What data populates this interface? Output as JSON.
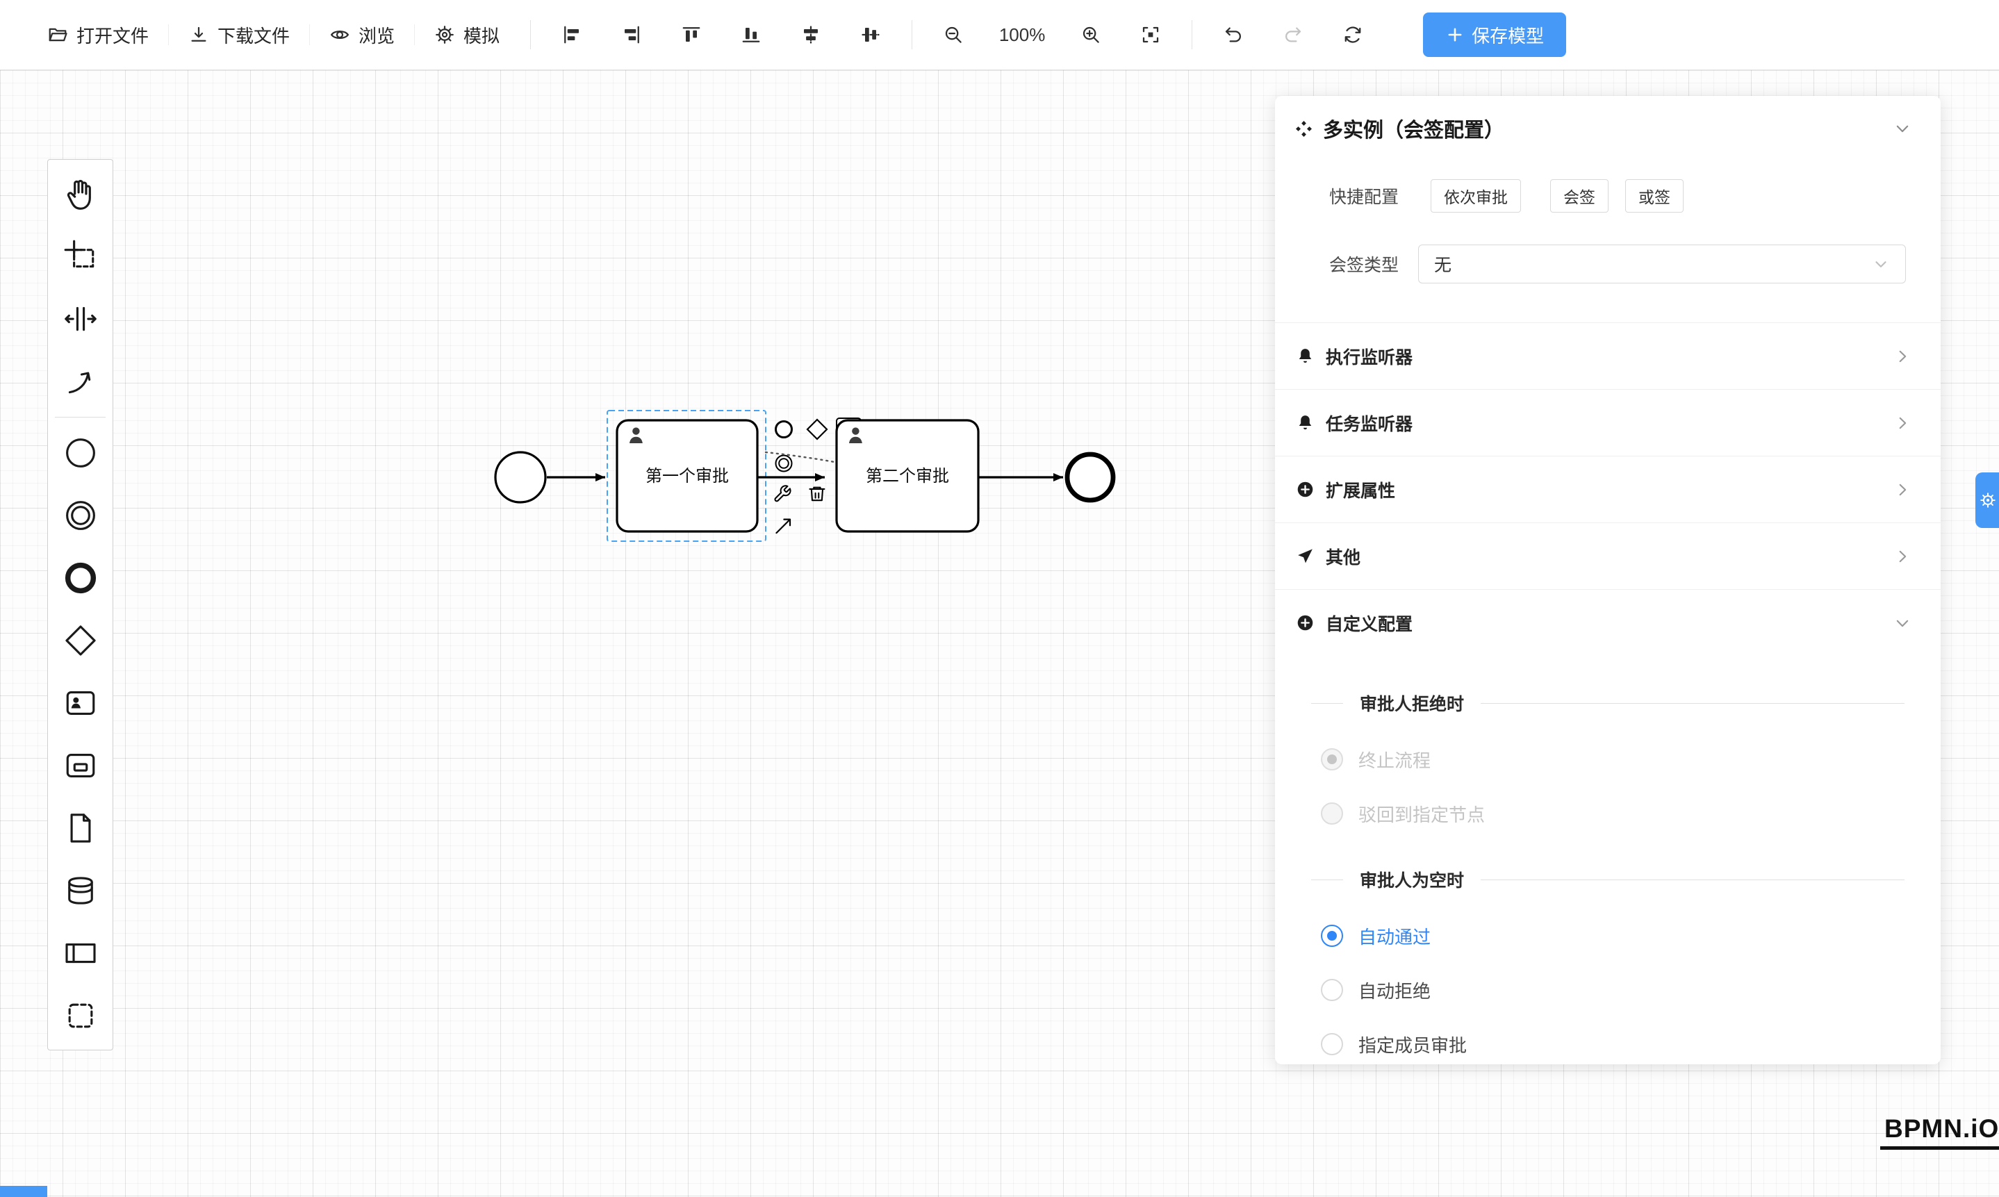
{
  "colors": {
    "accent_blue": "#4799f8",
    "radio_blue": "#2f86f6",
    "selection_blue": "#47a3f3",
    "disabled_text": "#c4c4c4"
  },
  "toolbar": {
    "open_file": "打开文件",
    "download_file": "下载文件",
    "preview": "浏览",
    "simulate": "模拟",
    "zoom_level": "100%",
    "save_model": "保存模型",
    "icon_buttons": [
      "align-left",
      "align-right",
      "align-top",
      "align-bottom",
      "align-center-horizontal",
      "align-center-vertical",
      "zoom-out",
      "zoom-in",
      "fit-viewport",
      "undo",
      "redo",
      "refresh"
    ]
  },
  "palette": {
    "tools": [
      "hand-tool",
      "lasso-tool",
      "space-tool",
      "global-connect-tool"
    ],
    "elements": [
      "start-event",
      "intermediate-event",
      "end-event",
      "gateway",
      "user-task",
      "task",
      "document",
      "data-store",
      "participant-pool",
      "group"
    ]
  },
  "canvas": {
    "task1_label": "第一个审批",
    "task2_label": "第二个审批",
    "context_pad": [
      "append-end-event",
      "append-gateway",
      "append-user-task",
      "append-intermediate-event",
      "append-task",
      "settings",
      "delete",
      "connect"
    ]
  },
  "panel": {
    "title": "多实例（会签配置）",
    "quick_config_label": "快捷配置",
    "quick_options": [
      "依次审批",
      "会签",
      "或签"
    ],
    "sign_type_label": "会签类型",
    "sign_type_value": "无",
    "sections": [
      {
        "label": "执行监听器",
        "icon": "bell"
      },
      {
        "label": "任务监听器",
        "icon": "bell"
      },
      {
        "label": "扩展属性",
        "icon": "plus-circle"
      },
      {
        "label": "其他",
        "icon": "send"
      },
      {
        "label": "自定义配置",
        "icon": "plus-circle"
      }
    ],
    "reject_section": {
      "title": "审批人拒绝时",
      "options": [
        {
          "label": "终止流程",
          "checked": true,
          "disabled": true
        },
        {
          "label": "驳回到指定节点",
          "checked": false,
          "disabled": true
        }
      ]
    },
    "empty_section": {
      "title": "审批人为空时",
      "options": [
        {
          "label": "自动通过",
          "checked": true,
          "disabled": false
        },
        {
          "label": "自动拒绝",
          "checked": false,
          "disabled": false
        },
        {
          "label": "指定成员审批",
          "checked": false,
          "disabled": false
        }
      ]
    }
  },
  "logo": "BPMN.iO"
}
